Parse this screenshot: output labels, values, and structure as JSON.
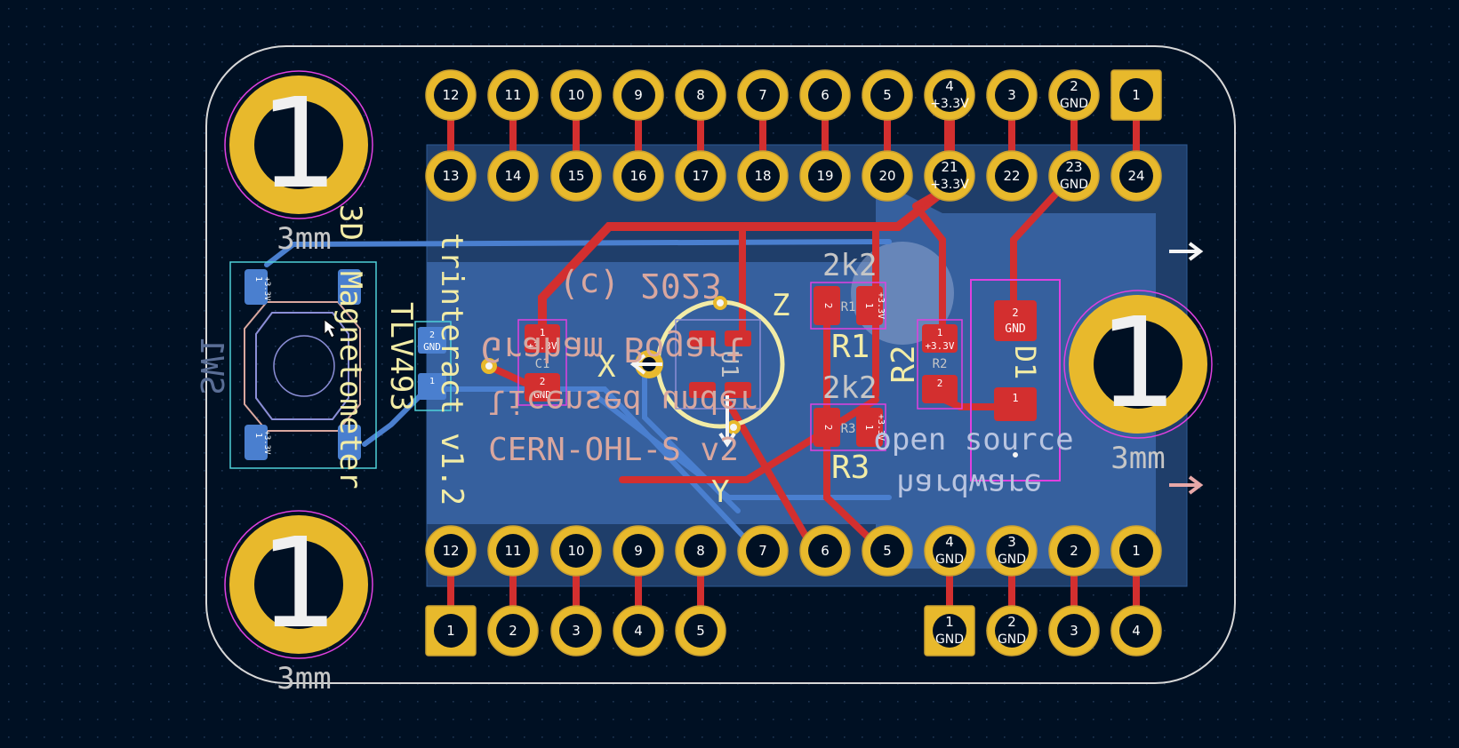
{
  "colors": {
    "background": "#001023",
    "grid_dot": "#1e3452",
    "outline": "#d8d8d8",
    "pad_copper": "#e8b92c",
    "pad_ring": "#c9a030",
    "front_copper": "#d32f2f",
    "back_copper": "#4a7fcf",
    "back_fill": "#2e5793",
    "silk_front": "#f2eca6",
    "silk_back": "#d9a79f",
    "fab_gray": "#c6c6c6",
    "courtyard": "#e040e0",
    "cyan_outline": "#4fd0d8",
    "pad_text": "#ffffff"
  },
  "mounting_holes": [
    {
      "number": "1",
      "label": "3mm"
    },
    {
      "number": "1",
      "label": "3mm"
    },
    {
      "number": "1",
      "label": "3mm"
    }
  ],
  "header_top_row": {
    "numbers": [
      "12",
      "11",
      "10",
      "9",
      "8",
      "7",
      "6",
      "5",
      "4",
      "3",
      "2",
      "1"
    ],
    "nets": [
      "",
      "",
      "",
      "",
      "",
      "",
      "",
      "",
      "+3.3V",
      "",
      "GND",
      ""
    ]
  },
  "header_second_row": {
    "numbers": [
      "13",
      "14",
      "15",
      "16",
      "17",
      "18",
      "19",
      "20",
      "21",
      "22",
      "23",
      "24"
    ],
    "nets": [
      "",
      "",
      "",
      "",
      "",
      "",
      "",
      "",
      "+3.3V",
      "",
      "GND",
      ""
    ]
  },
  "header_third_row": {
    "numbers": [
      "12",
      "11",
      "10",
      "9",
      "8",
      "7",
      "6",
      "5",
      "4",
      "3",
      "2",
      "1"
    ],
    "nets": [
      "",
      "",
      "",
      "",
      "",
      "",
      "",
      "",
      "GND",
      "GND",
      "",
      ""
    ]
  },
  "header_bottom_left": {
    "numbers": [
      "1",
      "2",
      "3",
      "4",
      "5"
    ]
  },
  "header_bottom_right": {
    "numbers": [
      "1",
      "2",
      "3",
      "4"
    ],
    "nets": [
      "GND",
      "GND",
      "",
      ""
    ]
  },
  "silkscreen_front": {
    "title": "trinteract v1.2",
    "magnetometer_line1": "3D",
    "magnetometer_line2": "Magnetometer",
    "part_number": "TLV493",
    "axis_x": "X",
    "axis_y": "Y",
    "axis_z": "Z",
    "r1_value": "2k2",
    "r1_ref": "R1",
    "r3_value": "2k2",
    "r3_ref": "R3",
    "r2_ref": "R2",
    "d1_ref": "D1",
    "u1_ref": "U1",
    "c1_ref": "C1"
  },
  "silkscreen_back": {
    "copyright": "(c) 2023",
    "author": "Graham Bogart",
    "licence_line1": "licensed under",
    "licence_line2": "CERN-OHL-S v2",
    "oshw_line1": "open source",
    "oshw_line2": "hardware",
    "sw_ref": "SW1"
  },
  "smd_pads": {
    "sw1_top_left": {
      "num": "1",
      "net": "+3.3V"
    },
    "sw1_bottom_left": {
      "num": "1",
      "net": "+3.3V"
    },
    "c1_pad1": {
      "num": "1",
      "net": "+3.3V"
    },
    "c1_pad2": {
      "num": "2",
      "net": "GND"
    },
    "tlv_pad2": {
      "num": "2",
      "net": "GND"
    },
    "tlv_pad1": {
      "num": "1",
      "net": ""
    },
    "r1_pad2": {
      "num": "2",
      "net": ""
    },
    "r1_pad1": {
      "num": "1",
      "net": "+3.3V"
    },
    "r3_pad2": {
      "num": "2",
      "net": ""
    },
    "r3_pad1": {
      "num": "1",
      "net": "+3.3V"
    },
    "r2_pad1": {
      "num": "1",
      "net": "+3.3V"
    },
    "r2_pad2": {
      "num": "2",
      "net": ""
    },
    "d1_pad2": {
      "num": "2",
      "net": "GND"
    },
    "d1_pad1": {
      "num": "1",
      "net": ""
    }
  }
}
